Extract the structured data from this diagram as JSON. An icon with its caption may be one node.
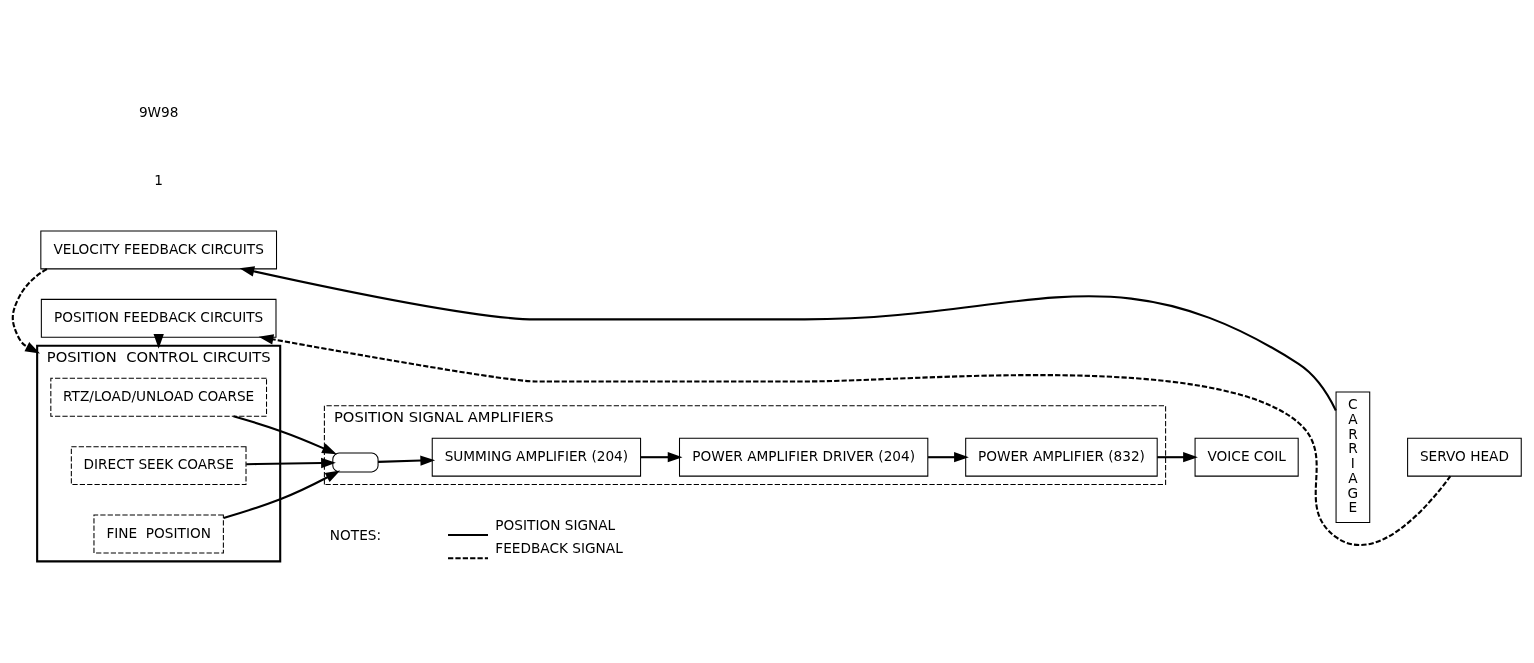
{
  "diagram": {
    "nodes": [
      {
        "text": [
          "VELOCITY FEEDBACK CIRCUITS"
        ]
      },
      {
        "text": [
          "POSITION  CONTROL CIRCUITS"
        ]
      },
      {
        "text": [
          "RTZ/LOAD/UNLOAD COARSE"
        ],
        "in": 1
      },
      {
        "text": [
          "DIRECT SEEK COARSE"
        ],
        "in": 1
      },
      {
        "text": [
          "FINE  POSITION"
        ],
        "in": 1
      },
      {
        "text": [
          "POSITION SIGNAL AMPLIFIERS"
        ]
      },
      {
        "text": [],
        "shape": "box",
        "in": 5
      },
      {
        "text": [
          "SUMMING AMPLIFIER (204)"
        ],
        "in": 5
      },
      {
        "text": [
          "POWER AMPLIFIER DRIVER (204)"
        ],
        "in": 5
      },
      {
        "text": [
          "POWER AMPLIFIER (832)"
        ],
        "in": 5
      },
      {
        "text": [
          "VOICE COIL"
        ]
      },
      {
        "text": [
          "CARRIAGE"
        ]
      },
      {
        "text": [
          "SERVO HEAD"
        ]
      },
      {
        "text": [
          "POSITION FEEDBACK CIRCUITS"
        ]
      }
    ],
    "edges": [
      {
        "from": 2,
        "to": 6,
        "arrow": "to"
      },
      {
        "from": 3,
        "to": 6,
        "arrow": "to"
      },
      {
        "from": 4,
        "to": 6,
        "arrow": "to"
      },
      {
        "from": 6,
        "to": 7,
        "arrow": "to"
      },
      {
        "from": 7,
        "to": 8,
        "arrow": "to"
      },
      {
        "from": 8,
        "to": 9,
        "arrow": "to"
      },
      {
        "from": 9,
        "to": 10,
        "arrow": "to"
      },
      {
        "from": 11,
        "to": 0,
        "arrow": "to"
      },
      {
        "from": 0,
        "to": 1,
        "arrow": "to",
        "style": "dashed"
      },
      {
        "from": 12,
        "to": 13,
        "arrow": "to",
        "style": "dashed"
      },
      {
        "from": 13,
        "to": 1,
        "arrow": "to",
        "style": "dashed"
      }
    ],
    "labels": [
      "NOTES:",
      "1",
      "9W98"
    ],
    "legend": [
      {
        "text": "POSITION SIGNAL"
      },
      {
        "text": "FEEDBACK SIGNAL"
      }
    ]
  }
}
